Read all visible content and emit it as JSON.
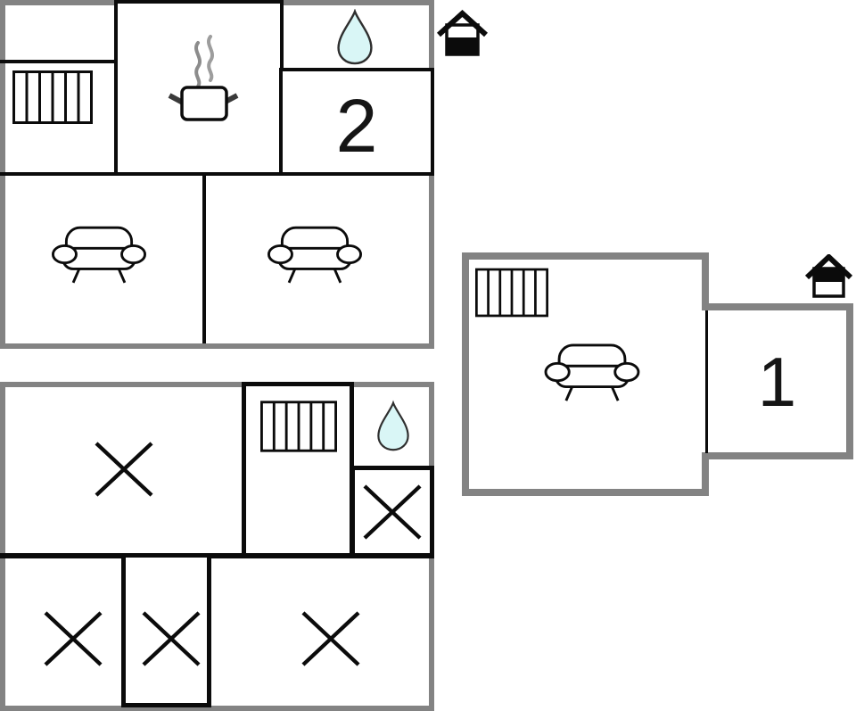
{
  "image_type": "vacation-home-floor-plans",
  "colors": {
    "wall_gray": "#838383",
    "wall_black": "#0b0b0b",
    "water_drop_fill": "#d9f6f6",
    "water_drop_stroke": "#2f2f2f",
    "steam_gray": "#8c8c8c",
    "background": "#ffffff",
    "label_color": "#151515"
  },
  "plans": {
    "plan_top_left": {
      "floor_label": "2",
      "entrance_icon": "house-lower-half-filled-icon",
      "icons": [
        "radiator-icon",
        "stove-pot-icon",
        "water-drop-icon",
        "sofa-icon",
        "sofa-icon"
      ]
    },
    "plan_right": {
      "floor_label": "1",
      "entrance_icon": "house-upper-half-filled-icon",
      "icons": [
        "radiator-icon",
        "sofa-icon"
      ]
    },
    "plan_bottom_left": {
      "entrance_icon": null,
      "icons": [
        "bed-x-icon",
        "radiator-icon",
        "water-drop-icon",
        "bed-x-icon",
        "bed-x-icon",
        "bed-x-icon",
        "bed-x-icon"
      ],
      "x_mark_count": 5
    }
  }
}
